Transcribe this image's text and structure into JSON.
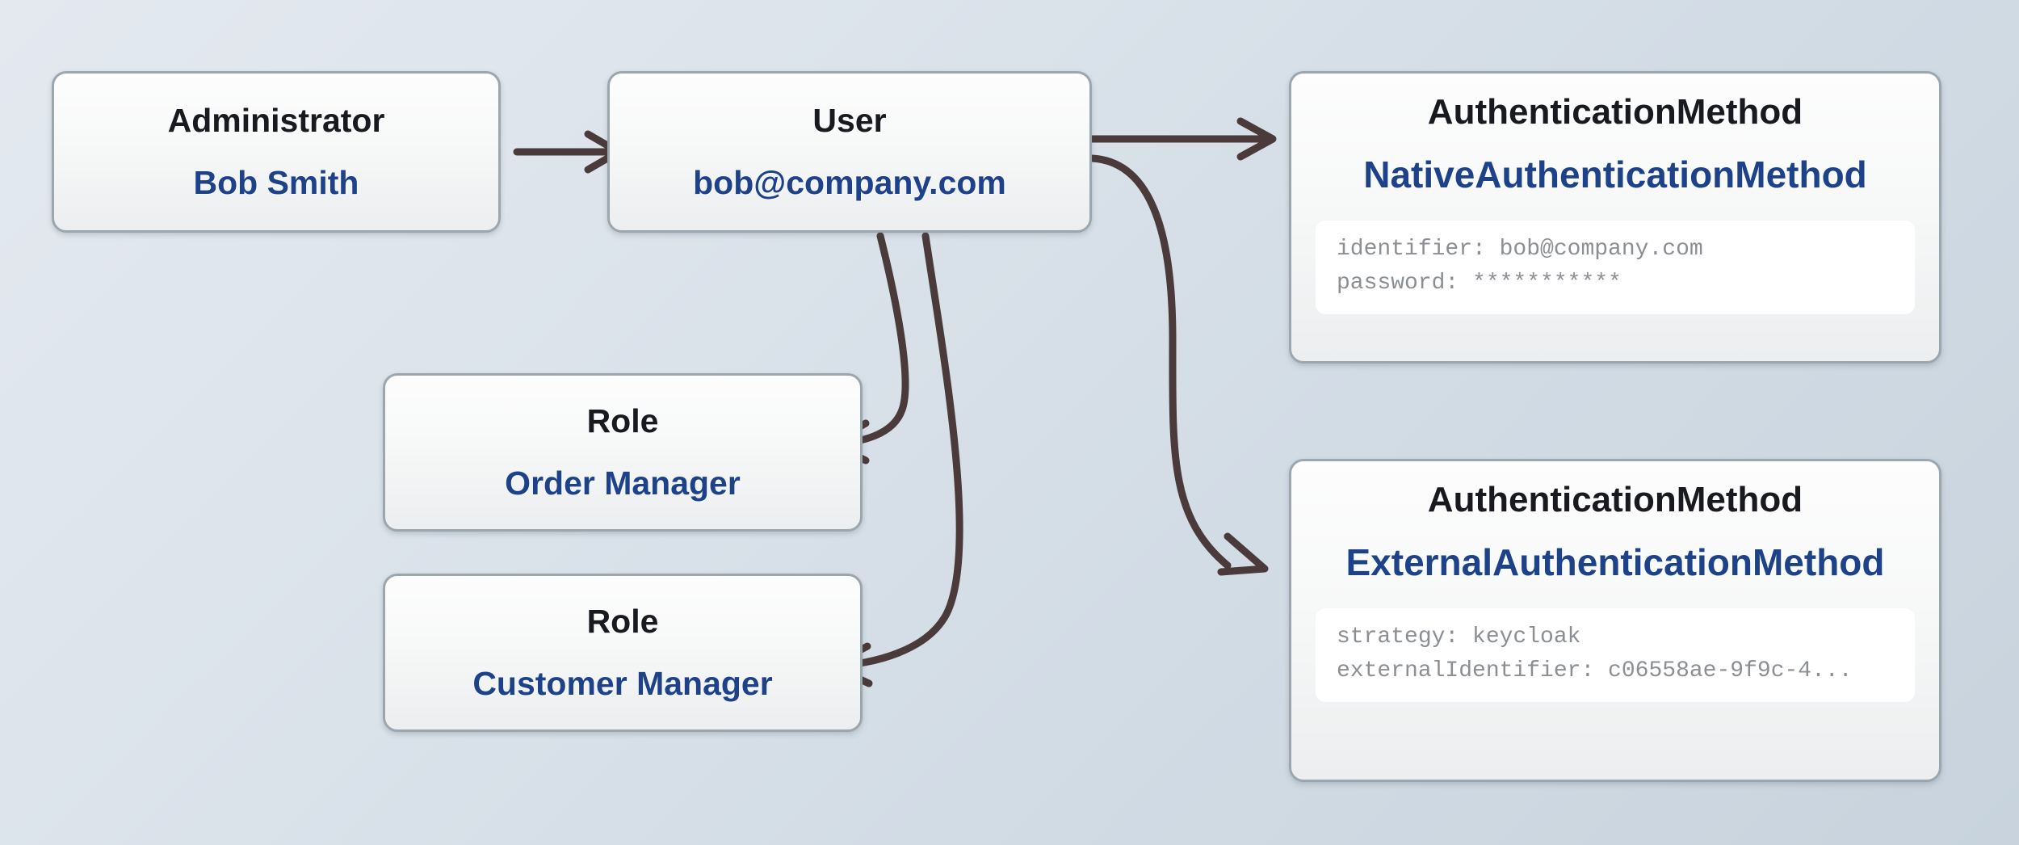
{
  "diagram": {
    "type": "entity-relationship",
    "background": {
      "from": "#e4e9f0",
      "to": "#c8d3dd"
    },
    "edge_color": "#4a3a3a",
    "accent_color": "#1d4289",
    "title_color": "#191920",
    "detail_text_color": "#8b8f94",
    "border_color": "#9ba6ae"
  },
  "nodes": [
    {
      "id": "administrator",
      "title": "Administrator",
      "value": "Bob Smith",
      "details": []
    },
    {
      "id": "user",
      "title": "User",
      "value": "bob@company.com",
      "details": []
    },
    {
      "id": "role_order_manager",
      "title": "Role",
      "value": "Order Manager",
      "details": []
    },
    {
      "id": "role_customer_manager",
      "title": "Role",
      "value": "Customer Manager",
      "details": []
    },
    {
      "id": "native_auth",
      "title": "AuthenticationMethod",
      "value": "NativeAuthenticationMethod",
      "details": [
        "identifier: bob@company.com",
        "password: ***********"
      ]
    },
    {
      "id": "external_auth",
      "title": "AuthenticationMethod",
      "value": "ExternalAuthenticationMethod",
      "details": [
        "strategy: keycloak",
        "externalIdentifier: c06558ae-9f9c-4..."
      ]
    }
  ],
  "edges": [
    {
      "from": "administrator",
      "to": "user",
      "style": "straight"
    },
    {
      "from": "user",
      "to": "native_auth",
      "style": "straight"
    },
    {
      "from": "user",
      "to": "external_auth",
      "style": "s-curve"
    },
    {
      "from": "user",
      "to": "role_order_manager",
      "style": "curve"
    },
    {
      "from": "user",
      "to": "role_customer_manager",
      "style": "curve"
    }
  ]
}
